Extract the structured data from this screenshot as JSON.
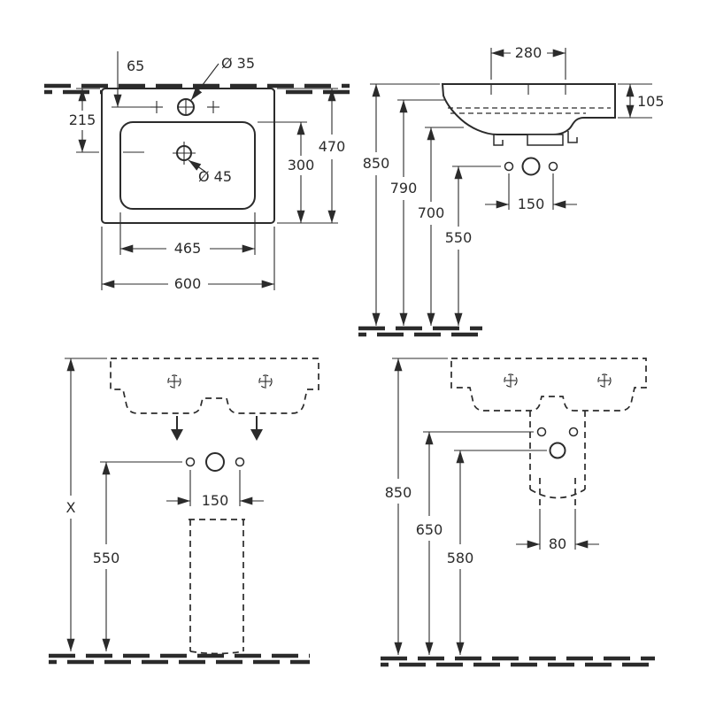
{
  "colors": {
    "ink": "#2b2b2b",
    "background": "#ffffff"
  },
  "views": {
    "plan": {
      "dims": {
        "tap_edge_offset": "65",
        "tap_hole_diameter": "Ø 35",
        "rear_to_overflow": "215",
        "total_depth": "470",
        "bowl_front_depth": "300",
        "drain_diameter": "Ø 45",
        "bowl_width": "465",
        "total_width": "600"
      }
    },
    "side": {
      "dims": {
        "tap_spacing": "280",
        "rim_thickness": "105",
        "h_rim": "850",
        "h_under_rim": "790",
        "h_underside": "700",
        "h_fixing": "550",
        "fixing_spacing": "150"
      }
    },
    "front_pedestal": {
      "dims": {
        "h_total": "X",
        "h_fixing": "550",
        "fixing_spacing": "150"
      }
    },
    "front_semi_pedestal": {
      "dims": {
        "h_rim": "850",
        "h_upper_fixing": "650",
        "h_lower_fixing": "580",
        "bracket_spacing": "80"
      }
    }
  }
}
